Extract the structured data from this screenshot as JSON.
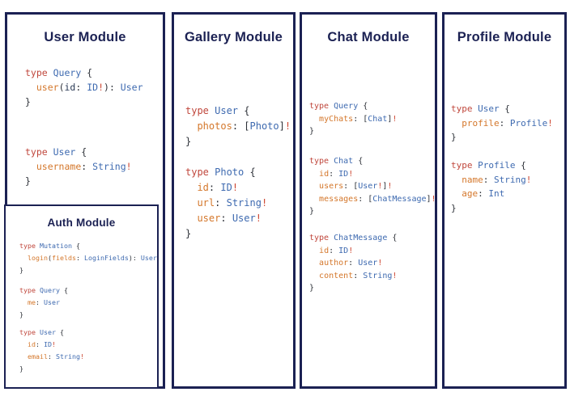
{
  "colors": {
    "navy": "#1b2153",
    "kw": "#c0473c",
    "ty": "#3e6ab0",
    "fd": "#d4772b",
    "pn": "#2d3138",
    "bg": "#cd4631",
    "ar": "#2b3a55"
  },
  "modules": {
    "user": {
      "title": "User Module",
      "blocks": [
        [
          [
            [
              "kw",
              "type "
            ],
            [
              "ty",
              "Query "
            ],
            [
              "pn",
              "{"
            ]
          ],
          [
            [
              "pn",
              "  "
            ],
            [
              "fd",
              "user"
            ],
            [
              "pn",
              "("
            ],
            [
              "ar",
              "id"
            ],
            [
              "pn",
              ": "
            ],
            [
              "ty",
              "ID"
            ],
            [
              "bg",
              "!"
            ],
            [
              "pn",
              "): "
            ],
            [
              "ty",
              "User"
            ]
          ],
          [
            [
              "pn",
              "}"
            ]
          ]
        ],
        [
          [
            [
              "kw",
              "type "
            ],
            [
              "ty",
              "User "
            ],
            [
              "pn",
              "{"
            ]
          ],
          [
            [
              "pn",
              "  "
            ],
            [
              "fd",
              "username"
            ],
            [
              "pn",
              ": "
            ],
            [
              "ty",
              "String"
            ],
            [
              "bg",
              "!"
            ]
          ],
          [
            [
              "pn",
              "}"
            ]
          ]
        ]
      ]
    },
    "auth": {
      "title": "Auth Module",
      "blocks": [
        [
          [
            [
              "kw",
              "type "
            ],
            [
              "ty",
              "Mutation "
            ],
            [
              "pn",
              "{"
            ]
          ],
          [
            [
              "pn",
              "  "
            ],
            [
              "fd",
              "login"
            ],
            [
              "pn",
              "("
            ],
            [
              "fd",
              "fields"
            ],
            [
              "pn",
              ": "
            ],
            [
              "ty",
              "LoginFields"
            ],
            [
              "pn",
              "): "
            ],
            [
              "ty",
              "User"
            ]
          ],
          [
            [
              "pn",
              "}"
            ]
          ]
        ],
        [
          [
            [
              "kw",
              "type "
            ],
            [
              "ty",
              "Query "
            ],
            [
              "pn",
              "{"
            ]
          ],
          [
            [
              "pn",
              "  "
            ],
            [
              "fd",
              "me"
            ],
            [
              "pn",
              ": "
            ],
            [
              "ty",
              "User"
            ]
          ],
          [
            [
              "pn",
              "}"
            ]
          ]
        ],
        [
          [
            [
              "kw",
              "type "
            ],
            [
              "ty",
              "User "
            ],
            [
              "pn",
              "{"
            ]
          ],
          [
            [
              "pn",
              "  "
            ],
            [
              "fd",
              "id"
            ],
            [
              "pn",
              ": "
            ],
            [
              "ty",
              "ID"
            ],
            [
              "bg",
              "!"
            ]
          ],
          [
            [
              "pn",
              "  "
            ],
            [
              "fd",
              "email"
            ],
            [
              "pn",
              ": "
            ],
            [
              "ty",
              "String"
            ],
            [
              "bg",
              "!"
            ]
          ],
          [
            [
              "pn",
              "}"
            ]
          ]
        ]
      ]
    },
    "gallery": {
      "title": "Gallery Module",
      "blocks": [
        [
          [
            [
              "kw",
              "type "
            ],
            [
              "ty",
              "User "
            ],
            [
              "pn",
              "{"
            ]
          ],
          [
            [
              "pn",
              "  "
            ],
            [
              "fd",
              "photos"
            ],
            [
              "pn",
              ": ["
            ],
            [
              "ty",
              "Photo"
            ],
            [
              "pn",
              "]"
            ],
            [
              "bg",
              "!"
            ]
          ],
          [
            [
              "pn",
              "}"
            ]
          ]
        ],
        [
          [
            [
              "kw",
              "type "
            ],
            [
              "ty",
              "Photo "
            ],
            [
              "pn",
              "{"
            ]
          ],
          [
            [
              "pn",
              "  "
            ],
            [
              "fd",
              "id"
            ],
            [
              "pn",
              ": "
            ],
            [
              "ty",
              "ID"
            ],
            [
              "bg",
              "!"
            ]
          ],
          [
            [
              "pn",
              "  "
            ],
            [
              "fd",
              "url"
            ],
            [
              "pn",
              ": "
            ],
            [
              "ty",
              "String"
            ],
            [
              "bg",
              "!"
            ]
          ],
          [
            [
              "pn",
              "  "
            ],
            [
              "fd",
              "user"
            ],
            [
              "pn",
              ": "
            ],
            [
              "ty",
              "User"
            ],
            [
              "bg",
              "!"
            ]
          ],
          [
            [
              "pn",
              "}"
            ]
          ]
        ]
      ]
    },
    "chat": {
      "title": "Chat Module",
      "blocks": [
        [
          [
            [
              "kw",
              "type "
            ],
            [
              "ty",
              "Query "
            ],
            [
              "pn",
              "{"
            ]
          ],
          [
            [
              "pn",
              "  "
            ],
            [
              "fd",
              "myChats"
            ],
            [
              "pn",
              ": ["
            ],
            [
              "ty",
              "Chat"
            ],
            [
              "pn",
              "]"
            ],
            [
              "bg",
              "!"
            ]
          ],
          [
            [
              "pn",
              "}"
            ]
          ]
        ],
        [
          [
            [
              "kw",
              "type "
            ],
            [
              "ty",
              "Chat "
            ],
            [
              "pn",
              "{"
            ]
          ],
          [
            [
              "pn",
              "  "
            ],
            [
              "fd",
              "id"
            ],
            [
              "pn",
              ": "
            ],
            [
              "ty",
              "ID"
            ],
            [
              "bg",
              "!"
            ]
          ],
          [
            [
              "pn",
              "  "
            ],
            [
              "fd",
              "users"
            ],
            [
              "pn",
              ": ["
            ],
            [
              "ty",
              "User"
            ],
            [
              "bg",
              "!"
            ],
            [
              "pn",
              "]"
            ],
            [
              "bg",
              "!"
            ]
          ],
          [
            [
              "pn",
              "  "
            ],
            [
              "fd",
              "messages"
            ],
            [
              "pn",
              ": ["
            ],
            [
              "ty",
              "ChatMessage"
            ],
            [
              "pn",
              "]"
            ],
            [
              "bg",
              "!"
            ]
          ],
          [
            [
              "pn",
              "}"
            ]
          ]
        ],
        [
          [
            [
              "kw",
              "type "
            ],
            [
              "ty",
              "ChatMessage "
            ],
            [
              "pn",
              "{"
            ]
          ],
          [
            [
              "pn",
              "  "
            ],
            [
              "fd",
              "id"
            ],
            [
              "pn",
              ": "
            ],
            [
              "ty",
              "ID"
            ],
            [
              "bg",
              "!"
            ]
          ],
          [
            [
              "pn",
              "  "
            ],
            [
              "fd",
              "author"
            ],
            [
              "pn",
              ": "
            ],
            [
              "ty",
              "User"
            ],
            [
              "bg",
              "!"
            ]
          ],
          [
            [
              "pn",
              "  "
            ],
            [
              "fd",
              "content"
            ],
            [
              "pn",
              ": "
            ],
            [
              "ty",
              "String"
            ],
            [
              "bg",
              "!"
            ]
          ],
          [
            [
              "pn",
              "}"
            ]
          ]
        ]
      ]
    },
    "profile": {
      "title": "Profile Module",
      "blocks": [
        [
          [
            [
              "kw",
              "type "
            ],
            [
              "ty",
              "User "
            ],
            [
              "pn",
              "{"
            ]
          ],
          [
            [
              "pn",
              "  "
            ],
            [
              "fd",
              "profile"
            ],
            [
              "pn",
              ": "
            ],
            [
              "ty",
              "Profile"
            ],
            [
              "bg",
              "!"
            ]
          ],
          [
            [
              "pn",
              "}"
            ]
          ]
        ],
        [
          [
            [
              "kw",
              "type "
            ],
            [
              "ty",
              "Profile "
            ],
            [
              "pn",
              "{"
            ]
          ],
          [
            [
              "pn",
              "  "
            ],
            [
              "fd",
              "name"
            ],
            [
              "pn",
              ": "
            ],
            [
              "ty",
              "String"
            ],
            [
              "bg",
              "!"
            ]
          ],
          [
            [
              "pn",
              "  "
            ],
            [
              "fd",
              "age"
            ],
            [
              "pn",
              ": "
            ],
            [
              "ty",
              "Int"
            ]
          ],
          [
            [
              "pn",
              "}"
            ]
          ]
        ]
      ]
    }
  }
}
